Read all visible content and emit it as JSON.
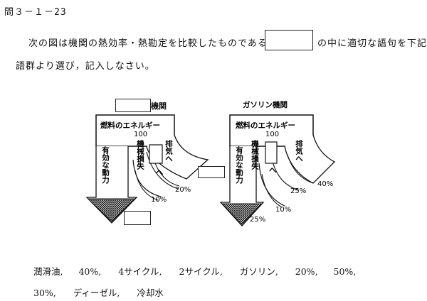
{
  "question": {
    "number": "問３－１－23",
    "sentence_before_blank": "次の図は機関の熱効率・熱勘定を比較したものである。",
    "sentence_after_blank": "の中に適切な語句を下記",
    "sentence_line2": "語群より選び，記入しなさい。"
  },
  "diagram": {
    "engine_left_suffix": "機関",
    "engine_right_title": "ガソリン機関",
    "fuel_energy_label": "燃料のエネルギー",
    "total_label": "100",
    "useful_work": "有効な動力",
    "mechanical_loss": "機械損失",
    "exhaust": "排気へ",
    "to_arrow": "へ",
    "left_values": {
      "mechanical_loss": "10%",
      "exhaust_side": "20%"
    },
    "right_values": {
      "useful_work": "25%",
      "mechanical_loss": "10%",
      "mid_loss": "25%",
      "exhaust": "40%"
    }
  },
  "word_bank": {
    "row1": [
      "潤滑油,",
      "40%,",
      "4サイクル,",
      "2サイクル,",
      "ガソリン,",
      "20%,",
      "50%,"
    ],
    "row2": [
      "30%,",
      "ディーゼル,",
      "冷却水"
    ]
  }
}
